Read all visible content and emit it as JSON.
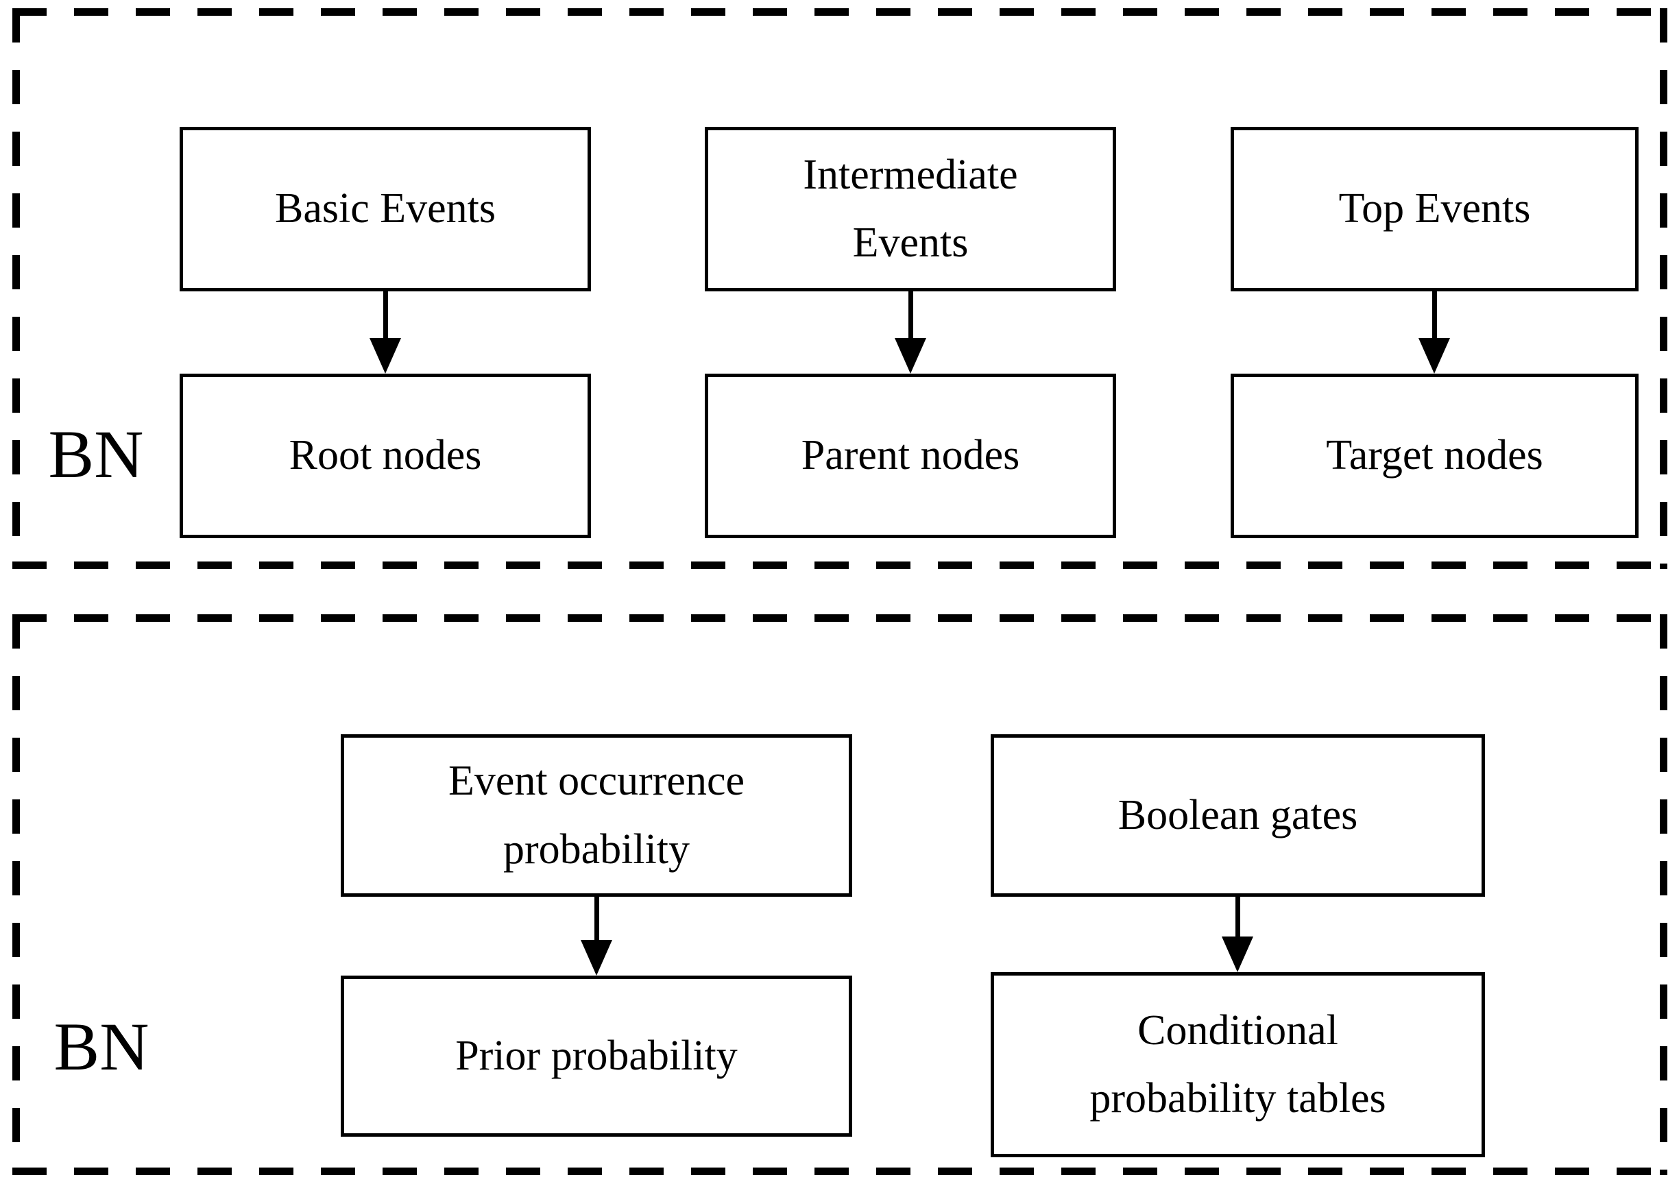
{
  "panels": [
    {
      "side_label": "BN",
      "mappings": [
        {
          "source": "Basic Events",
          "target": "Root nodes"
        },
        {
          "source": "Intermediate\nEvents",
          "target": "Parent nodes"
        },
        {
          "source": "Top Events",
          "target": "Target nodes"
        }
      ]
    },
    {
      "side_label": "BN",
      "mappings": [
        {
          "source": "Event occurrence\nprobability",
          "target": "Prior probability"
        },
        {
          "source": "Boolean gates",
          "target": "Conditional\nprobability tables"
        }
      ]
    }
  ],
  "colors": {
    "line": "#000000",
    "text": "#000000",
    "background": "#ffffff"
  }
}
